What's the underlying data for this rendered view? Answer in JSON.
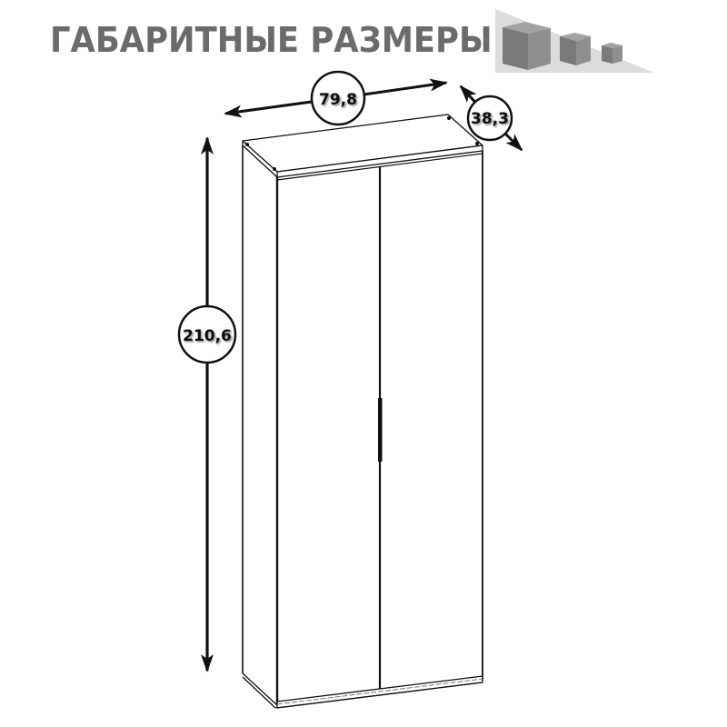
{
  "header": {
    "title": "ГАБАРИТНЫЕ РАЗМЕРЫ",
    "icon": "size-cubes-icon",
    "icon_colors": {
      "ramp": "#dcdcdc",
      "cube_front": "#7a7a7a",
      "cube_side": "#8f8f8f",
      "cube_top": "#a3a3a3"
    }
  },
  "product": {
    "type": "wardrobe-two-door",
    "door_count": 2,
    "handle": "vertical bar handle on left door edge"
  },
  "dimensions": {
    "width": "79,8",
    "depth": "38,3",
    "height": "210,6"
  },
  "colors": {
    "title": "#6b6b6b",
    "line": "#111111",
    "background": "#ffffff"
  }
}
